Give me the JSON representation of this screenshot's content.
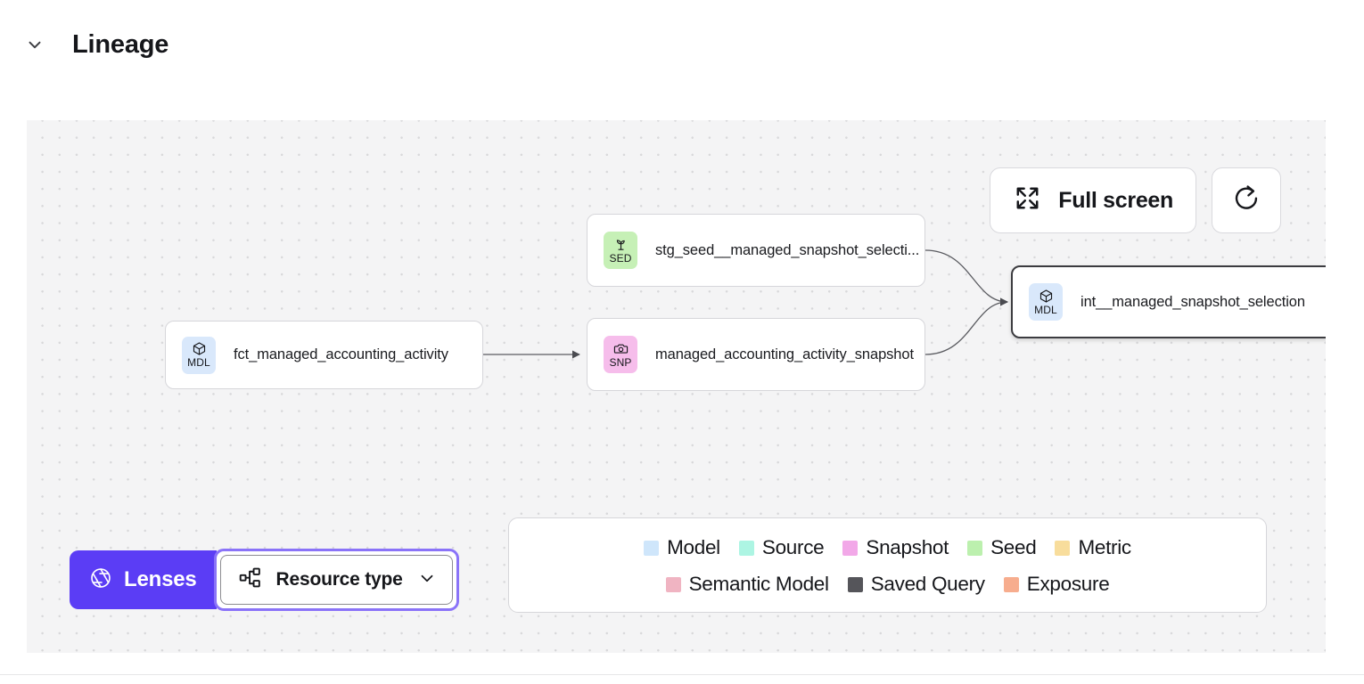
{
  "header": {
    "title": "Lineage",
    "collapse_icon": "chevron-down-icon"
  },
  "canvas": {
    "controls": {
      "fullscreen_label": "Full screen",
      "fullscreen_icon": "expand-arrows-icon",
      "refresh_icon": "refresh-icon"
    },
    "nodes": [
      {
        "id": "fct_managed_accounting_activity",
        "label": "fct_managed_accounting_activity",
        "badge": "MDL",
        "badge_icon": "cube-icon",
        "badge_color": "#d9e8fb",
        "type": "Model",
        "selected": false
      },
      {
        "id": "stg_seed__managed_snapshot_selection",
        "label": "stg_seed__managed_snapshot_selecti...",
        "badge": "SED",
        "badge_icon": "sprout-icon",
        "badge_color": "#c6f0b6",
        "type": "Seed",
        "selected": false
      },
      {
        "id": "managed_accounting_activity_snapshot",
        "label": "managed_accounting_activity_snapshot",
        "badge": "SNP",
        "badge_icon": "camera-icon",
        "badge_color": "#f6bdeb",
        "type": "Snapshot",
        "selected": false
      },
      {
        "id": "int__managed_snapshot_selection",
        "label": "int__managed_snapshot_selection",
        "badge": "MDL",
        "badge_icon": "cube-icon",
        "badge_color": "#d9e8fb",
        "type": "Model",
        "selected": true
      }
    ]
  },
  "lenses": {
    "button_label": "Lenses",
    "button_icon": "aperture-icon",
    "button_color": "#5b3df5",
    "resource_type_label": "Resource type",
    "resource_type_icon": "hierarchy-icon",
    "resource_type_chevron": "chevron-down-icon",
    "focus_ring_color": "#8a73f8"
  },
  "legend": {
    "rows": [
      [
        {
          "label": "Model",
          "color": "#cfe6fb"
        },
        {
          "label": "Source",
          "color": "#adf5e3"
        },
        {
          "label": "Snapshot",
          "color": "#f2a8e8"
        },
        {
          "label": "Seed",
          "color": "#bcf0ae"
        },
        {
          "label": "Metric",
          "color": "#f8dd9c"
        }
      ],
      [
        {
          "label": "Semantic Model",
          "color": "#f0b4c2"
        },
        {
          "label": "Saved Query",
          "color": "#55555a"
        },
        {
          "label": "Exposure",
          "color": "#f7ad8e"
        }
      ]
    ]
  }
}
